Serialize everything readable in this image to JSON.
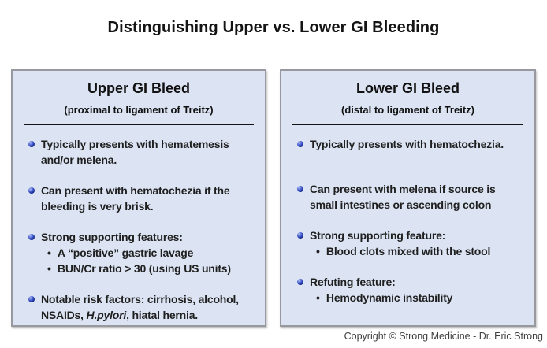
{
  "title": "Distinguishing Upper vs. Lower GI Bleeding",
  "copyright": "Copyright © Strong Medicine - Dr. Eric Strong",
  "colors": {
    "panel_bg": "#dce4f3",
    "panel_border": "#97999e",
    "bullet_sphere_blue": "#1b2fae",
    "text": "#1f1f1f",
    "divider": "#141414"
  },
  "panels": [
    {
      "key": "upper",
      "title": "Upper GI Bleed",
      "subtitle": "(proximal to ligament of Treitz)",
      "bullets": [
        {
          "lines": [
            "Typically presents with hematemesis",
            "and/or melena."
          ],
          "subs": []
        },
        {
          "lines": [
            "Can present with hematochezia if the",
            "bleeding is very brisk."
          ],
          "subs": []
        },
        {
          "lines": [
            "Strong supporting features:"
          ],
          "subs": [
            "A “positive” gastric lavage",
            "BUN/Cr ratio > 30 (using US units)"
          ]
        },
        {
          "lines": [
            "Notable risk factors: cirrhosis, alcohol,",
            "NSAIDs, *H.pylori*, hiatal hernia."
          ],
          "subs": []
        }
      ]
    },
    {
      "key": "lower",
      "title": "Lower GI Bleed",
      "subtitle": "(distal to ligament of Treitz)",
      "bullets": [
        {
          "lines": [
            "Typically presents with hematochezia."
          ],
          "subs": []
        },
        {
          "lines": [
            "Can present with melena if source is",
            "small intestines or ascending colon"
          ],
          "subs": []
        },
        {
          "lines": [
            "Strong supporting feature:"
          ],
          "subs": [
            "Blood clots mixed with the stool"
          ]
        },
        {
          "lines": [
            "Refuting feature:"
          ],
          "subs": [
            "Hemodynamic instability"
          ]
        }
      ]
    }
  ]
}
